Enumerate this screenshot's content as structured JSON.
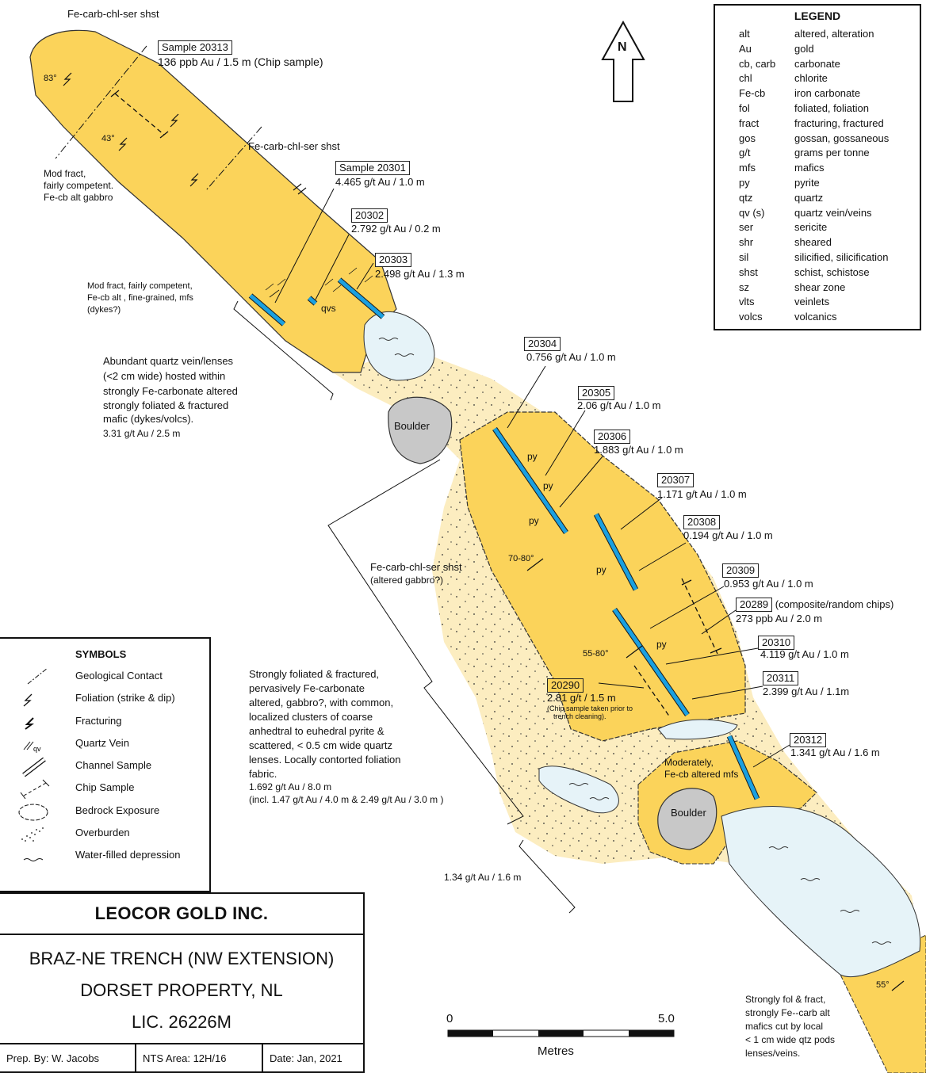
{
  "notes": {
    "top_shst": "Fe-carb-chl-ser shst",
    "mid_shst": "Fe-carb-chl-ser shst",
    "lower_shst": "Fe-carb-chl-ser shst",
    "lower_shst_2": "(altered gabbro?)",
    "mod_fract_1": "Mod fract,",
    "mod_fract_2": "fairly competent.",
    "mod_fract_3": "Fe-cb alt gabbro",
    "mf2_1": "Mod fract, fairly competent,",
    "mf2_2": "Fe-cb alt , fine-grained, mfs",
    "mf2_3": "(dykes?)",
    "abund_1": "Abundant quartz vein/lenses",
    "abund_2": "(<2 cm wide) hosted within",
    "abund_3": "strongly Fe-carbonate altered",
    "abund_4": "strongly foliated & fractured",
    "abund_5": "mafic  (dykes/volcs).",
    "abund_6": "3.31 g/t Au / 2.5 m",
    "strong_1": "Strongly foliated & fractured,",
    "strong_2": "pervasively Fe-carbonate",
    "strong_3": "altered, gabbro?, with common,",
    "strong_4": "localized clusters of coarse",
    "strong_5": "anhedtral to euhedral pyrite &",
    "strong_6": "scattered, < 0.5 cm wide quartz",
    "strong_7": "lenses. Locally contorted foliation",
    "strong_8": "fabric.",
    "strong_9": "1.692 g/t Au / 8.0 m",
    "strong_10": "(incl. 1.47 g/t Au / 4.0 m  &  2.49 g/t Au / 3.0 m )",
    "au_134": "1.34 g/t Au / 1.6 m",
    "moderately_1": "Moderately,",
    "moderately_2": "Fe-cb altered mfs",
    "se_1": "Strongly fol & fract,",
    "se_2": "strongly Fe--carb alt",
    "se_3": "mafics cut by local",
    "se_4": "< 1 cm wide qtz pods",
    "se_5": "lenses/veins.",
    "boulder": "Boulder",
    "qvs": "qvs",
    "py": "py",
    "dip_83": "83°",
    "dip_43": "43°",
    "dip_7080": "70-80°",
    "dip_5580": "55-80°",
    "dip_55": "55°",
    "north": "N"
  },
  "samples": [
    {
      "id": "Sample 20313",
      "result": "136 ppb Au / 1.5 m",
      "extra": "(Chip sample)"
    },
    {
      "id": "Sample 20301",
      "result": "4.465 g/t Au / 1.0 m"
    },
    {
      "id": "20302",
      "result": "2.792 g/t Au / 0.2 m"
    },
    {
      "id": "20303",
      "result": "2.498 g/t Au / 1.3 m"
    },
    {
      "id": "20304",
      "result": "0.756 g/t Au / 1.0 m"
    },
    {
      "id": "20305",
      "result": "2.06 g/t Au / 1.0 m"
    },
    {
      "id": "20306",
      "result": "1.883 g/t Au / 1.0 m"
    },
    {
      "id": "20307",
      "result": "1.171 g/t Au / 1.0 m"
    },
    {
      "id": "20308",
      "result": "0.194 g/t Au / 1.0 m"
    },
    {
      "id": "20309",
      "result": "0.953 g/t Au / 1.0 m"
    },
    {
      "id": "20289",
      "result": "273 ppb Au / 2.0 m",
      "extra": "(composite/random chips)"
    },
    {
      "id": "20310",
      "result": "4.119 g/t Au / 1.0 m"
    },
    {
      "id": "20311",
      "result": "2.399 g/t Au / 1.1m"
    },
    {
      "id": "20312",
      "result": "1.341 g/t Au / 1.6 m"
    },
    {
      "id": "20290",
      "result": "2.81 g/t / 1.5 m",
      "extra": "(Chip sample taken prior to",
      "extra2": "trench cleaning)."
    }
  ],
  "legend": {
    "title": "LEGEND",
    "items": [
      {
        "k": "alt",
        "v": "altered, alteration"
      },
      {
        "k": "Au",
        "v": "gold"
      },
      {
        "k": "cb, carb",
        "v": "carbonate"
      },
      {
        "k": "chl",
        "v": "chlorite"
      },
      {
        "k": "Fe-cb",
        "v": "iron carbonate"
      },
      {
        "k": "fol",
        "v": "foliated, foliation"
      },
      {
        "k": "fract",
        "v": "fracturing, fractured"
      },
      {
        "k": "gos",
        "v": "gossan, gossaneous"
      },
      {
        "k": "g/t",
        "v": "grams per tonne"
      },
      {
        "k": "mfs",
        "v": "mafics"
      },
      {
        "k": "py",
        "v": "pyrite"
      },
      {
        "k": "qtz",
        "v": "quartz"
      },
      {
        "k": "qv (s)",
        "v": "quartz vein/veins"
      },
      {
        "k": "ser",
        "v": "sericite"
      },
      {
        "k": "shr",
        "v": "sheared"
      },
      {
        "k": "sil",
        "v": "silicified, silicification"
      },
      {
        "k": "shst",
        "v": "schist, schistose"
      },
      {
        "k": "sz",
        "v": "shear zone"
      },
      {
        "k": "vlts",
        "v": "veinlets"
      },
      {
        "k": "volcs",
        "v": "volcanics"
      }
    ]
  },
  "symbols": {
    "title": "SYMBOLS",
    "items": [
      "Geological Contact",
      "Foliation (strike & dip)",
      "Fracturing",
      "Quartz Vein",
      "Channel Sample",
      "Chip Sample",
      "Bedrock Exposure",
      "Overburden",
      "Water-filled depression"
    ],
    "qv_tag": "qv"
  },
  "title_block": {
    "company": "LEOCOR GOLD INC.",
    "line1": "BRAZ-NE TRENCH (NW EXTENSION)",
    "line2": "DORSET PROPERTY, NL",
    "line3": "LIC. 26226M",
    "prepared": "Prep. By: W. Jacobs",
    "nts": "NTS Area: 12H/16",
    "date": "Date: Jan, 2021"
  },
  "scale": {
    "start": "0",
    "end": "5.0",
    "unit": "Metres"
  },
  "colors": {
    "bedrock": "#fbd35a",
    "overburden": "#fcedc0",
    "water": "#e6f3f8",
    "boulder": "#c8c8c8",
    "channel": "#1aa0e0"
  }
}
